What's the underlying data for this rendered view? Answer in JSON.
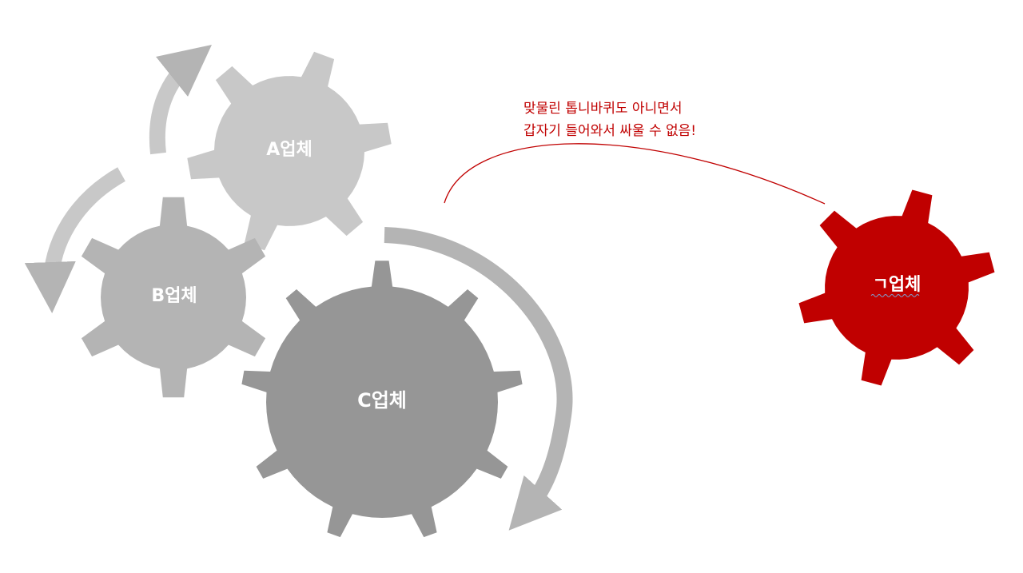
{
  "slide": {
    "background": "#ffffff",
    "gears": [
      {
        "id": "a",
        "label": "A업체",
        "color": "#c8c8c8"
      },
      {
        "id": "b",
        "label": "B업체",
        "color": "#b4b4b4"
      },
      {
        "id": "c",
        "label": "C업체",
        "color": "#969696"
      },
      {
        "id": "new",
        "label": "ㄱ업체",
        "color": "#c00000"
      }
    ],
    "arrow_color": "#b4b4b4",
    "annotation": {
      "color": "#c00000",
      "lines": [
        "맞물린 톱니바퀴도 아니면서",
        "갑자기 들어와서 싸울 수 없음!"
      ]
    }
  }
}
